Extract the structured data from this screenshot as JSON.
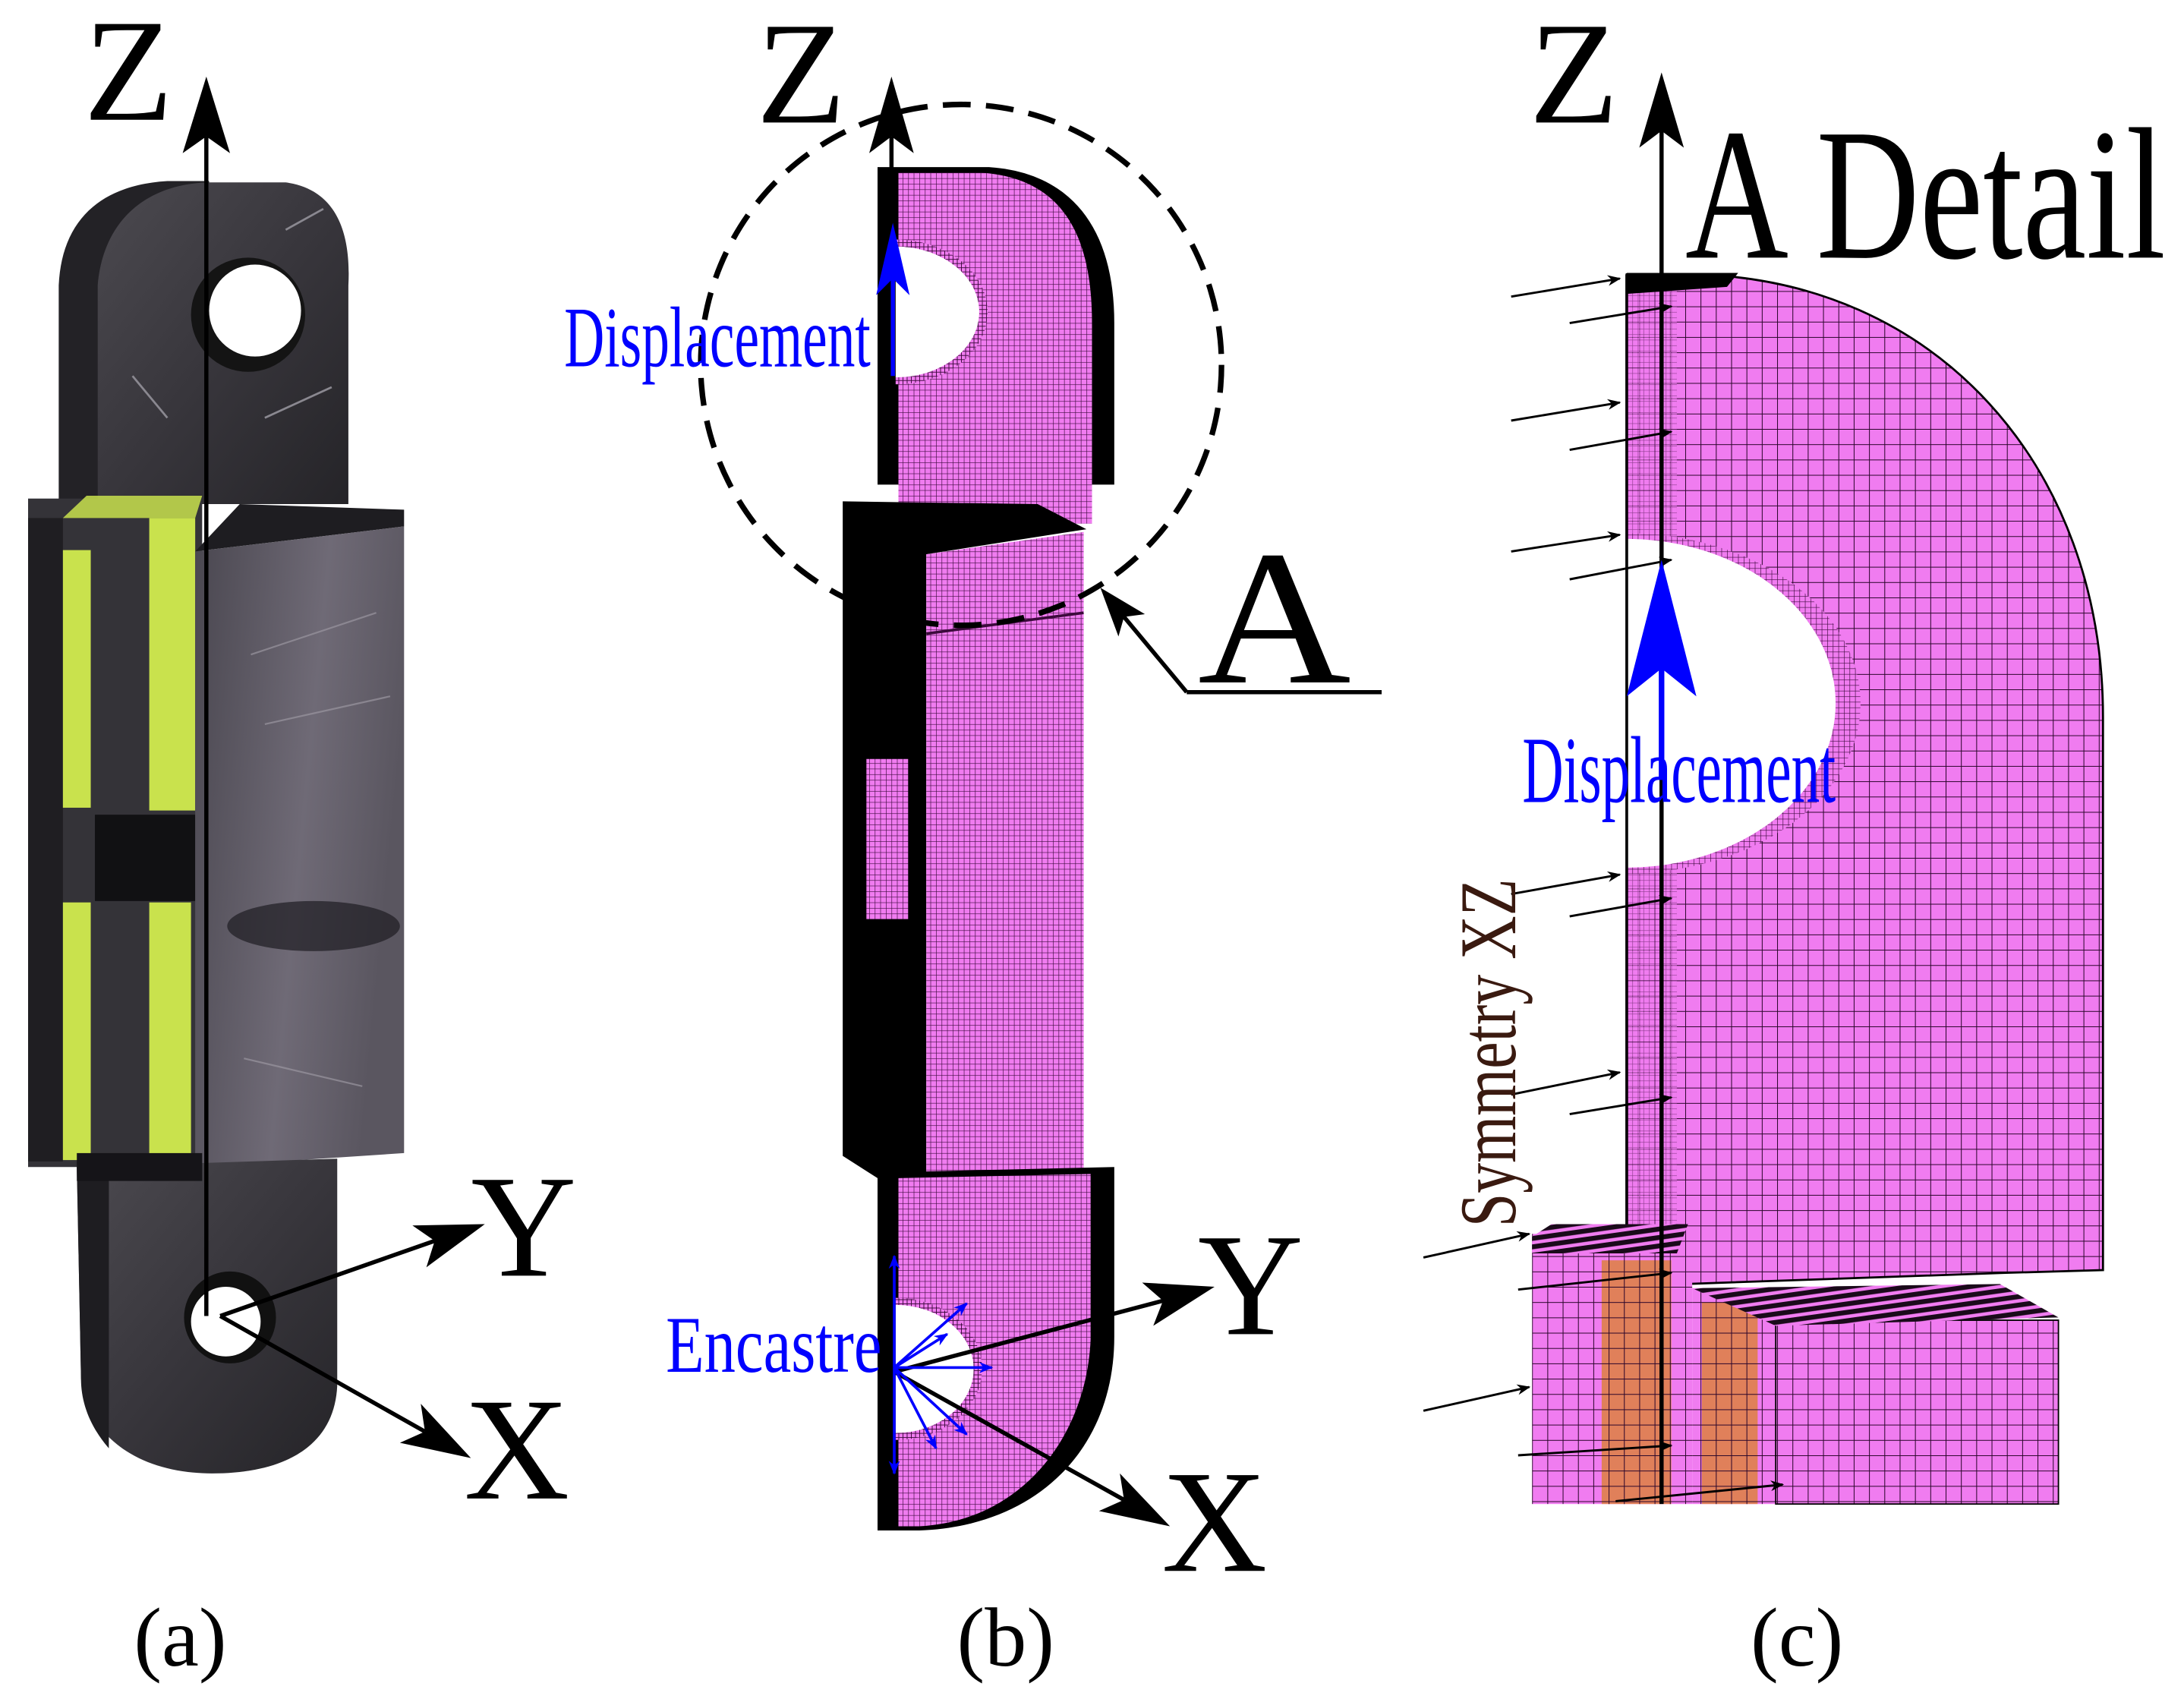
{
  "figure": {
    "panel_a": {
      "label": "(a)",
      "axis_z": "Z",
      "axis_y": "Y",
      "axis_x": "X"
    },
    "panel_b": {
      "label": "(b)",
      "axis_z": "Z",
      "axis_y": "Y",
      "axis_x": "X",
      "displacement": "Displacement",
      "encastre": "Encastre",
      "detail_marker": "A"
    },
    "panel_c": {
      "label": "(c)",
      "axis_z": "Z",
      "title": "A Detail",
      "displacement": "Displacement",
      "symmetry": "Symmetry XZ"
    }
  },
  "colors": {
    "mesh_fill": "#f07cf0",
    "mesh_line": "#3c0a3c",
    "annotation_blue": "#0000ff",
    "symmetry_text": "#3a1a10",
    "specimen_dark": "#2e2d31",
    "adhesive_green": "#c9e24d",
    "insert_orange": "#e0805a"
  }
}
